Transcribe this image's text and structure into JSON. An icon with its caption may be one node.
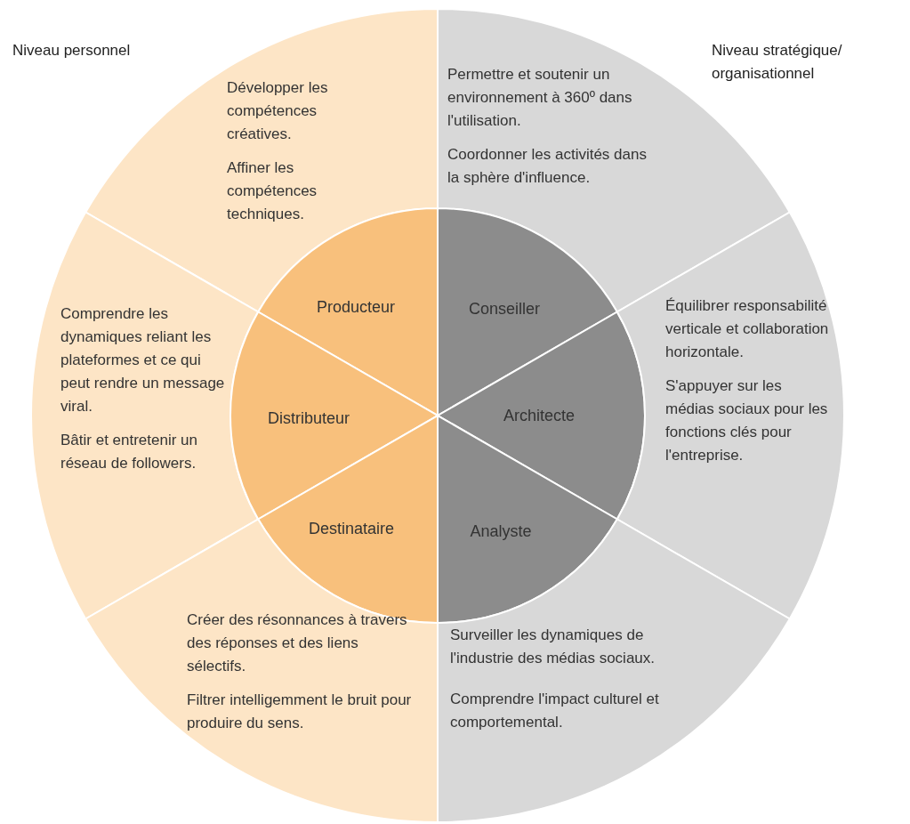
{
  "diagram": {
    "nodes": [
      {
        "text": [
          "Développer les compétences créatives.",
          "Affiner les compétences techniques."
        ]
      },
      {
        "text": [
          "Permettre et soutenir un environnement à 360º dans l'utilisation.",
          "Coordonner les activités dans la sphère d'influence."
        ]
      },
      {
        "text": [
          "Producteur"
        ]
      },
      {
        "text": [
          "Conseiller"
        ]
      },
      {
        "text": [
          "Comprendre les dynamiques reliant les plateformes et ce qui peut rendre un message viral.",
          "Bâtir et entretenir un réseau de followers."
        ]
      },
      {
        "text": [
          "Distributeur"
        ]
      },
      {
        "text": [
          "Architecte"
        ]
      },
      {
        "text": [
          "Équilibrer responsabilité verticale et collaboration horizontale.",
          "S'appuyer sur les médias sociaux pour les fonctions clés pour l'entreprise."
        ]
      },
      {
        "text": [
          "Destinataire"
        ]
      },
      {
        "text": [
          "Analyste"
        ]
      },
      {
        "text": [
          "Créer des résonnances à travers des réponses et des liens sélectifs.",
          "Filtrer intelligemment le bruit pour produire du sens."
        ]
      },
      {
        "text": [
          "Surveiller les dynamiques de l'industrie des médias sociaux.",
          "Comprendre l'impact culturel et comportemental."
        ]
      }
    ],
    "edges": [],
    "labels": [
      "Niveau personnel",
      "Niveau stratégique/ organisationnel"
    ]
  }
}
